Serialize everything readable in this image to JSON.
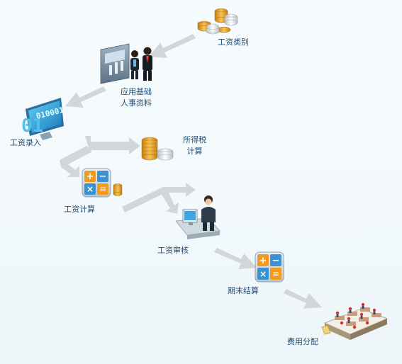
{
  "diagram": {
    "steps": [
      {
        "id": "salary-category",
        "label": "工资类别",
        "icon": "coin-stack-icon"
      },
      {
        "id": "hr-basic-info",
        "line1": "应用基础",
        "line2": "人事资料",
        "icon": "people-board-icon"
      },
      {
        "id": "salary-entry",
        "label": "工资录入",
        "icon": "binary-monitor-icon"
      },
      {
        "id": "income-tax",
        "line1": "所得税",
        "line2": "计算",
        "icon": "coin-stack-icon"
      },
      {
        "id": "salary-calc",
        "label": "工资计算",
        "icon": "calculator-icon"
      },
      {
        "id": "salary-review",
        "label": "工资审核",
        "icon": "clerk-computer-icon"
      },
      {
        "id": "period-close",
        "label": "期末结算",
        "icon": "calculator-icon"
      },
      {
        "id": "cost-allocation",
        "label": "费用分配",
        "icon": "office-floor-icon"
      }
    ],
    "colors": {
      "arrow": "#d2d6d9",
      "label": "#1f4e79",
      "calc_orange": "#f39b1e",
      "calc_blue": "#3a92d0",
      "coin_gold": "#e2a226",
      "coin_silver": "#e8ecef"
    }
  }
}
